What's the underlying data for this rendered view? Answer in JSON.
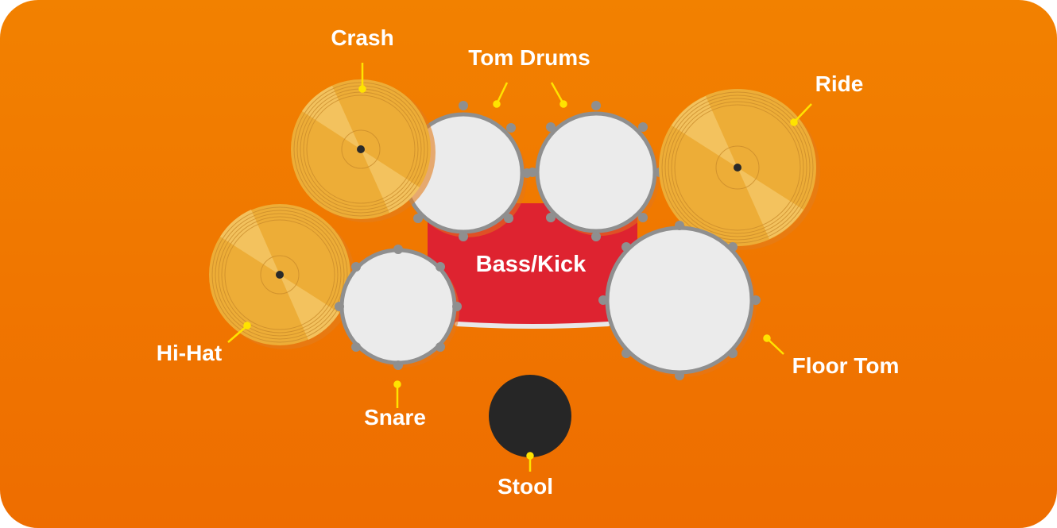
{
  "colors": {
    "background_top": "#F28100",
    "background_bottom": "#EE6E00",
    "cymbal": "#EDAD37",
    "cymbal_light": "#F3C25E",
    "drum_head": "#EBEBEB",
    "drum_rim": "#8F8F8F",
    "bass_drum": "#DE2330",
    "stool": "#262626",
    "callout": "#FFE300"
  },
  "labels": {
    "crash": "Crash",
    "tom_drums": "Tom Drums",
    "ride": "Ride",
    "hi_hat": "Hi-Hat",
    "bass_kick": "Bass/Kick",
    "snare": "Snare",
    "floor_tom": "Floor Tom",
    "stool": "Stool"
  }
}
